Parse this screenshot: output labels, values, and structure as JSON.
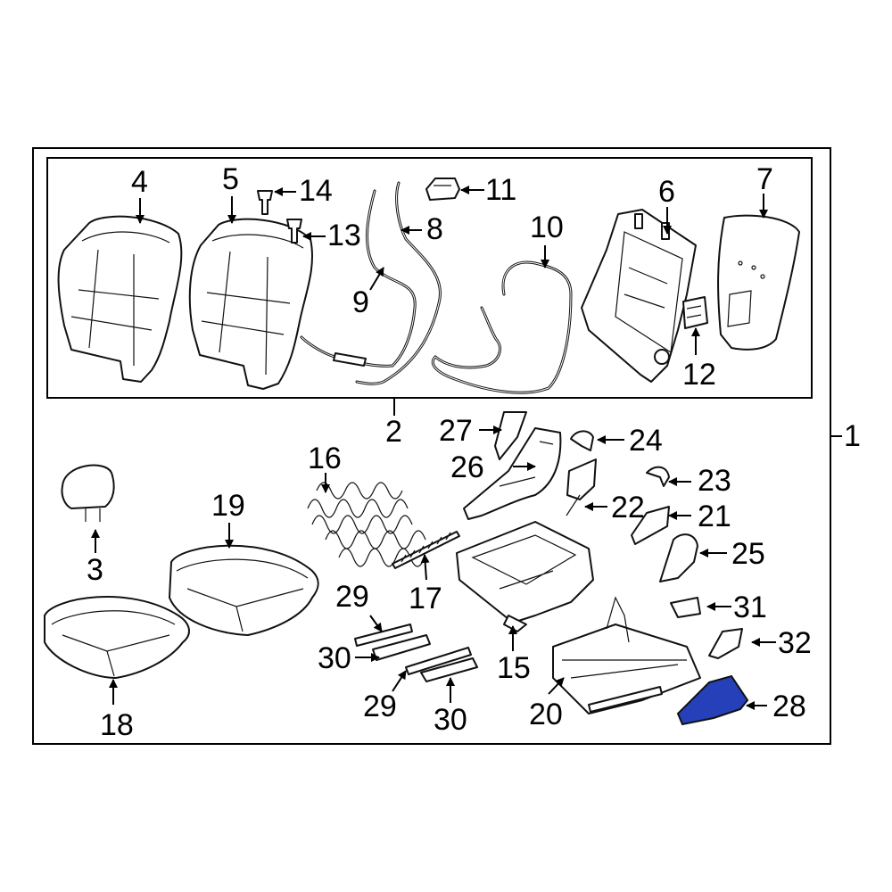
{
  "diagram": {
    "highlight_color": "#2540b8",
    "callouts": {
      "c1": "1",
      "c2": "2",
      "c3": "3",
      "c4": "4",
      "c5": "5",
      "c6": "6",
      "c7": "7",
      "c8": "8",
      "c9": "9",
      "c10": "10",
      "c11": "11",
      "c12": "12",
      "c13": "13",
      "c14": "14",
      "c15": "15",
      "c16": "16",
      "c17": "17",
      "c18": "18",
      "c19": "19",
      "c20": "20",
      "c21": "21",
      "c22": "22",
      "c23": "23",
      "c24": "24",
      "c25": "25",
      "c26": "26",
      "c27": "27",
      "c28": "28",
      "c29a": "29",
      "c29b": "29",
      "c30a": "30",
      "c30b": "30",
      "c31": "31",
      "c32": "32"
    }
  }
}
